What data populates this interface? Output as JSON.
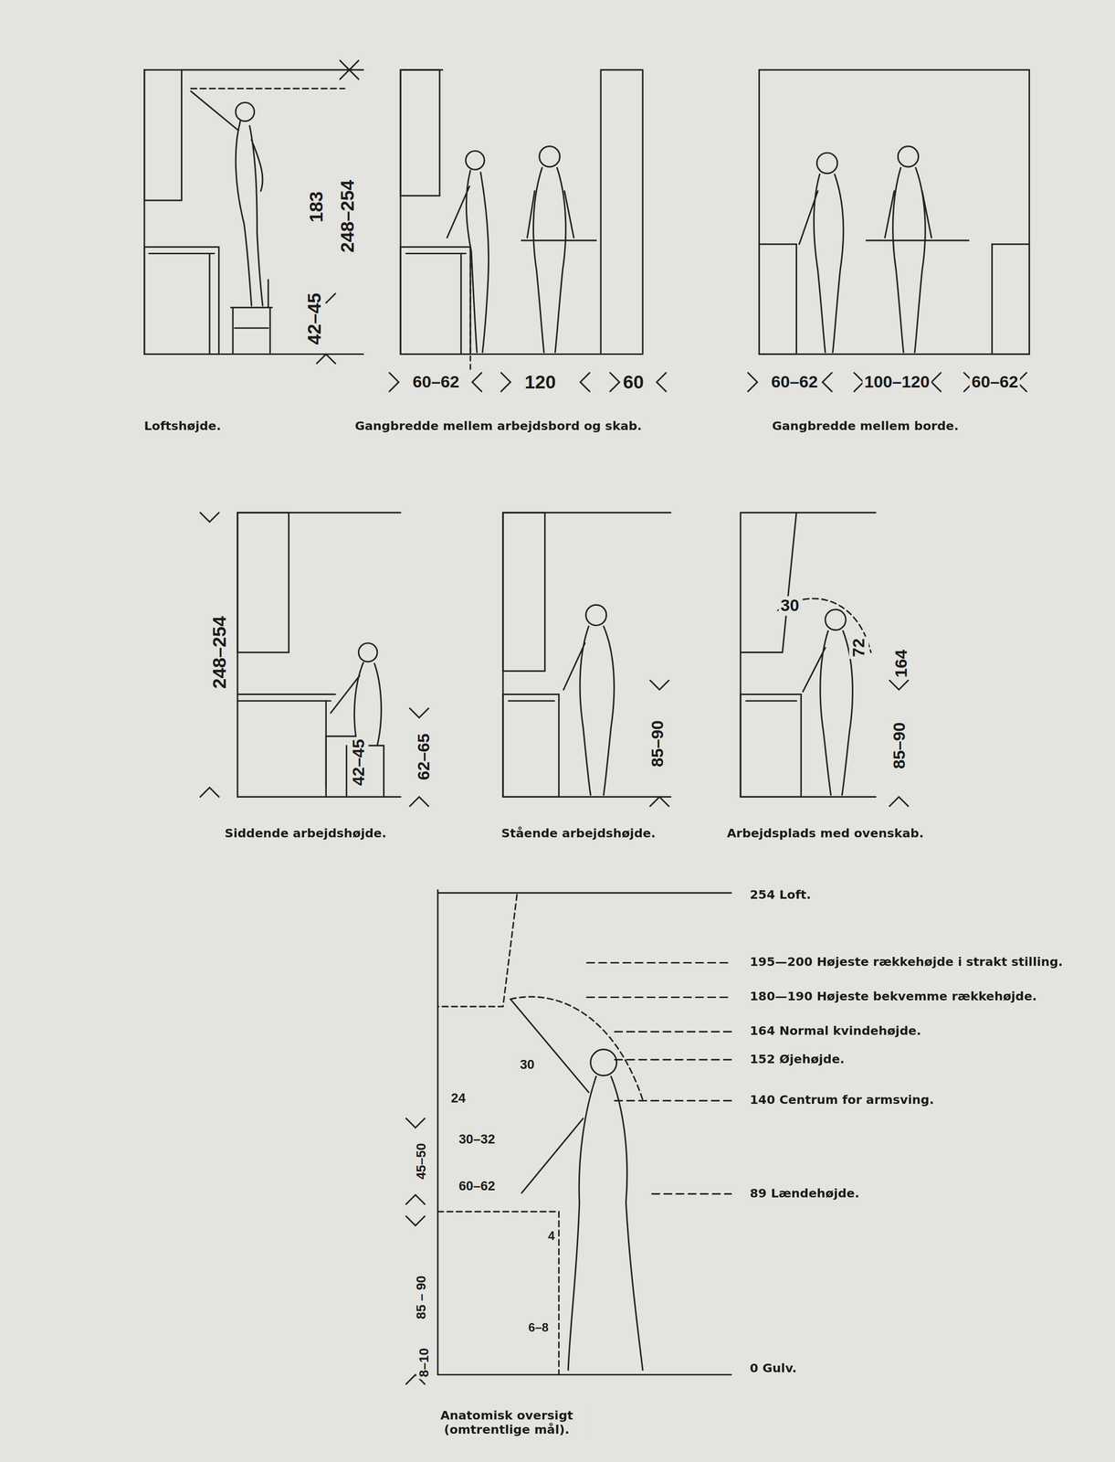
{
  "diagram": {
    "labels": [
      "183",
      "248–254",
      "42–45",
      "Loftshøjde.",
      "60–62",
      "120",
      "60",
      "Gangbredde mellem arbejdsbord og skab.",
      "60–62",
      "100–120",
      "60–62",
      "Gangbredde mellem borde.",
      "248–254",
      "42–45",
      "62–65",
      "Siddende arbejdshøjde.",
      "85–90",
      "Stående arbejdshøjde.",
      "30",
      "72",
      "164",
      "85–90",
      "Arbejdsplads med ovenskab.",
      "254 Loft.",
      "195—200 Højeste rækkehøjde i strakt stilling.",
      "180—190 Højeste bekvemme rækkehøjde.",
      "164 Normal kvindehøjde.",
      "152 Øjehøjde.",
      "140 Centrum for armsving.",
      "89 Lændehøjde.",
      "0 Gulv.",
      "30",
      "24",
      "30–32",
      "45–50",
      "60–62",
      "4",
      "85 – 90",
      "6–8",
      "8–10",
      "Anatomisk oversigt (omtrentlige mål)."
    ]
  }
}
